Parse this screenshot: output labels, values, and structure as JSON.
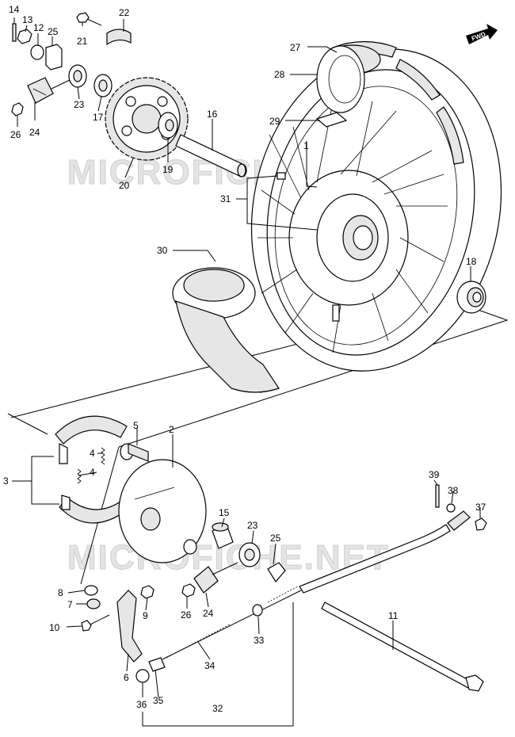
{
  "watermark": "MICROFICHE.NET",
  "fwd_label": "FWD",
  "callouts": {
    "c1": "1",
    "c2": "2",
    "c3": "3",
    "c4a": "4",
    "c4b": "4",
    "c5": "5",
    "c6": "6",
    "c7": "7",
    "c8": "8",
    "c9": "9",
    "c10": "10",
    "c11": "11",
    "c12": "12",
    "c13": "13",
    "c14": "14",
    "c15": "15",
    "c16": "16",
    "c17": "17",
    "c18": "18",
    "c19": "19",
    "c20": "20",
    "c21": "21",
    "c22": "22",
    "c23a": "23",
    "c23b": "23",
    "c24a": "24",
    "c24b": "24",
    "c25a": "25",
    "c25b": "25",
    "c26a": "26",
    "c26b": "26",
    "c27": "27",
    "c28": "28",
    "c29": "29",
    "c30": "30",
    "c31": "31",
    "c32": "32",
    "c33": "33",
    "c34": "34",
    "c35": "35",
    "c36": "36",
    "c37": "37",
    "c38": "38",
    "c39": "39"
  }
}
